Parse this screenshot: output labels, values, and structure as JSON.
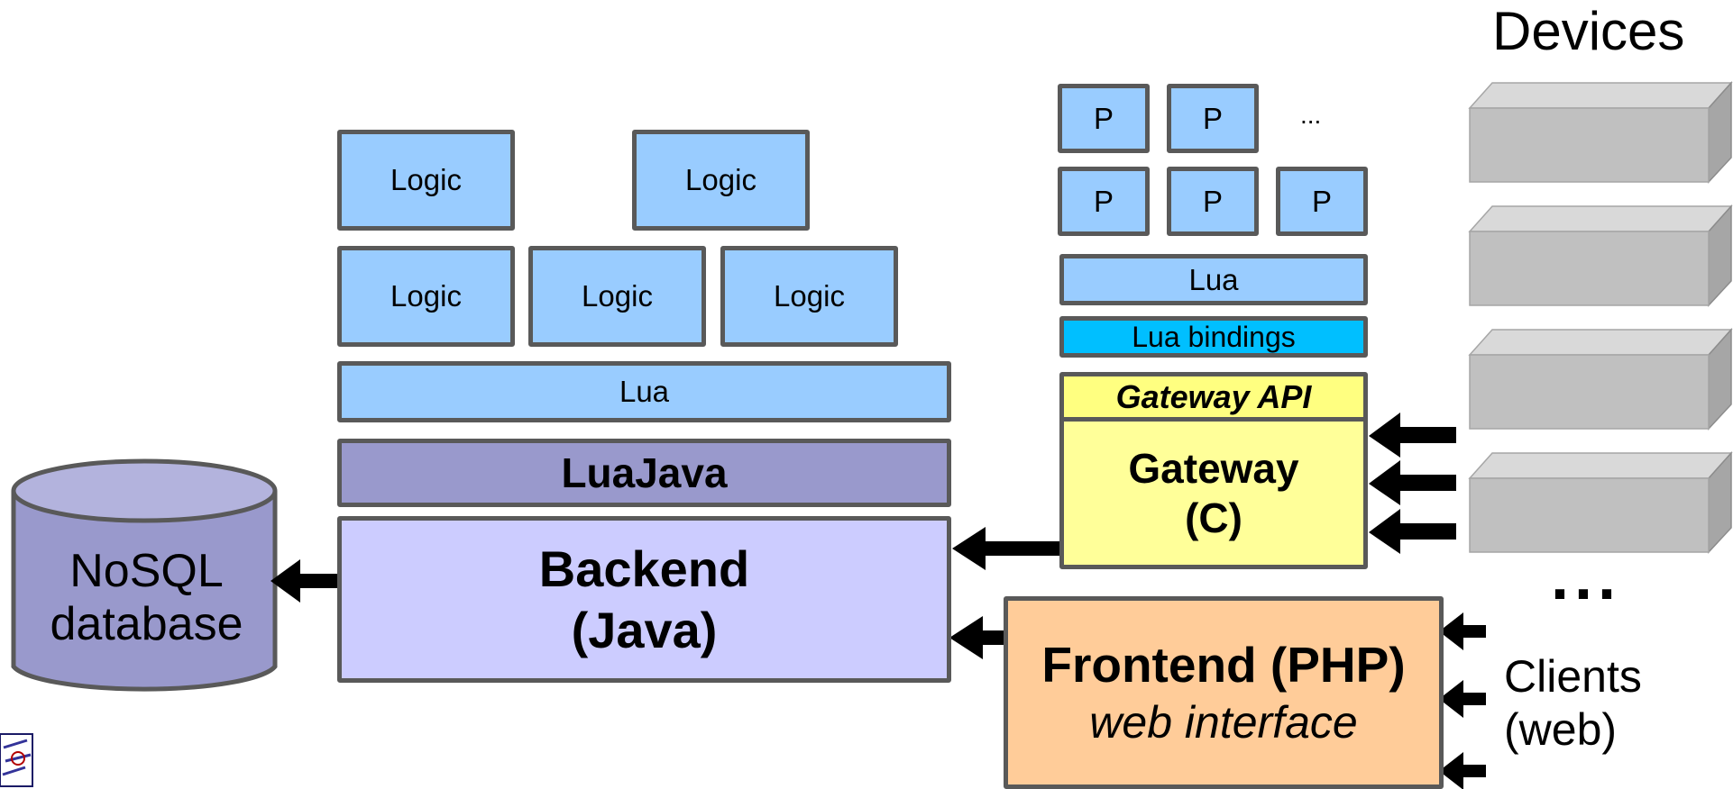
{
  "devices_label": "Devices",
  "logic_label": "Logic",
  "p_label": "P",
  "p_ellipsis": "...",
  "lua_label": "Lua",
  "lua_bindings_label": "Lua bindings",
  "gateway_api_label": "Gateway API",
  "gateway": {
    "line1": "Gateway",
    "line2": "(C)"
  },
  "luajava_label": "LuaJava",
  "backend": {
    "line1": "Backend",
    "line2": "(Java)"
  },
  "database": {
    "line1": "NoSQL",
    "line2": "database"
  },
  "frontend": {
    "title": "Frontend (PHP)",
    "subtitle": "web interface"
  },
  "clients": {
    "line1": "Clients",
    "line2": "(web)"
  },
  "devices_ellipsis": "...",
  "colors": {
    "logic_blue": "#99ccff",
    "bindings_blue": "#00bfff",
    "gateway_yellow": "#ffff99",
    "luajava_purple": "#9999cc",
    "backend_lavender": "#ccccff",
    "frontend_orange": "#ffcc99",
    "device_gray": "#c0c0c0",
    "border_gray": "#595959"
  }
}
